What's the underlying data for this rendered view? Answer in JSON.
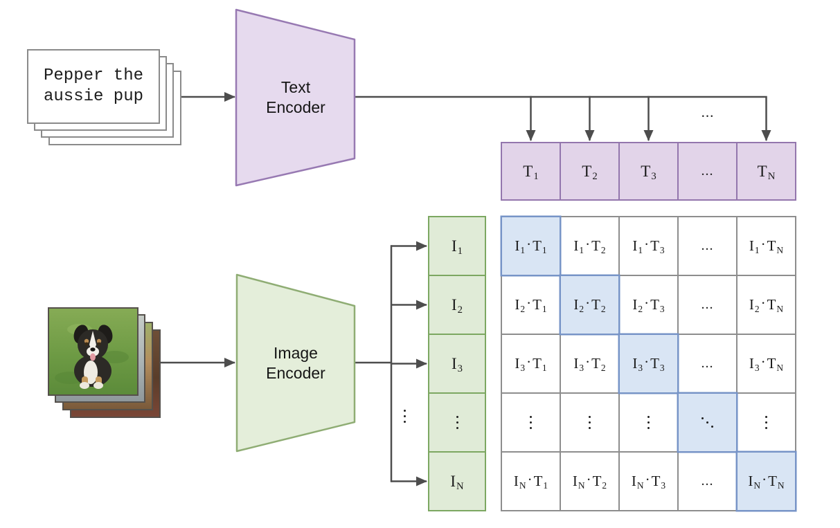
{
  "text_input": {
    "card_count": 4,
    "lines": [
      "Pepper the",
      "aussie pup"
    ]
  },
  "image_input": {
    "card_count": 4
  },
  "encoders": {
    "text": {
      "lines": [
        "Text",
        "Encoder"
      ]
    },
    "image": {
      "lines": [
        "Image",
        "Encoder"
      ]
    }
  },
  "flow": {
    "top_ellipsis": "...",
    "branch_ellipsis": "vdots"
  },
  "text_embeddings": {
    "cells": [
      {
        "base": "T",
        "sub": "1"
      },
      {
        "base": "T",
        "sub": "2"
      },
      {
        "base": "T",
        "sub": "3"
      },
      {
        "ellipsis": "..."
      },
      {
        "base": "T",
        "sub": "N"
      }
    ]
  },
  "image_embeddings": {
    "cells": [
      {
        "base": "I",
        "sub": "1"
      },
      {
        "base": "I",
        "sub": "2"
      },
      {
        "base": "I",
        "sub": "3"
      },
      {
        "symbol": "vdots"
      },
      {
        "base": "I",
        "sub": "N"
      }
    ]
  },
  "similarity_matrix": {
    "rows": 5,
    "cols": 5,
    "dot": "·",
    "cells": [
      {
        "i": "I",
        "isub": "1",
        "t": "T",
        "tsub": "1",
        "diagonal": true
      },
      {
        "i": "I",
        "isub": "1",
        "t": "T",
        "tsub": "2",
        "diagonal": false
      },
      {
        "i": "I",
        "isub": "1",
        "t": "T",
        "tsub": "3",
        "diagonal": false
      },
      {
        "ellipsis": "..."
      },
      {
        "i": "I",
        "isub": "1",
        "t": "T",
        "tsub": "N",
        "diagonal": false
      },
      {
        "i": "I",
        "isub": "2",
        "t": "T",
        "tsub": "1",
        "diagonal": false
      },
      {
        "i": "I",
        "isub": "2",
        "t": "T",
        "tsub": "2",
        "diagonal": true
      },
      {
        "i": "I",
        "isub": "2",
        "t": "T",
        "tsub": "3",
        "diagonal": false
      },
      {
        "ellipsis": "..."
      },
      {
        "i": "I",
        "isub": "2",
        "t": "T",
        "tsub": "N",
        "diagonal": false
      },
      {
        "i": "I",
        "isub": "3",
        "t": "T",
        "tsub": "1",
        "diagonal": false
      },
      {
        "i": "I",
        "isub": "3",
        "t": "T",
        "tsub": "2",
        "diagonal": false
      },
      {
        "i": "I",
        "isub": "3",
        "t": "T",
        "tsub": "3",
        "diagonal": true
      },
      {
        "ellipsis": "..."
      },
      {
        "i": "I",
        "isub": "3",
        "t": "T",
        "tsub": "N",
        "diagonal": false
      },
      {
        "symbol": "vdots"
      },
      {
        "symbol": "vdots"
      },
      {
        "symbol": "vdots"
      },
      {
        "symbol": "ddots",
        "diagonal": true
      },
      {
        "symbol": "vdots"
      },
      {
        "i": "I",
        "isub": "N",
        "t": "T",
        "tsub": "1",
        "diagonal": false
      },
      {
        "i": "I",
        "isub": "N",
        "t": "T",
        "tsub": "2",
        "diagonal": false
      },
      {
        "i": "I",
        "isub": "N",
        "t": "T",
        "tsub": "3",
        "diagonal": false
      },
      {
        "ellipsis": "..."
      },
      {
        "i": "I",
        "isub": "N",
        "t": "T",
        "tsub": "N",
        "diagonal": true
      }
    ]
  },
  "colors": {
    "purple_fill": "#e2d4e9",
    "purple_border": "#9376ad",
    "green_fill": "#e0ebd7",
    "green_border": "#7ca761",
    "blue_fill": "#d9e5f4",
    "blue_border": "#7794c7",
    "grid_border": "#8d8d8d",
    "arrow": "#4d4d4d"
  }
}
